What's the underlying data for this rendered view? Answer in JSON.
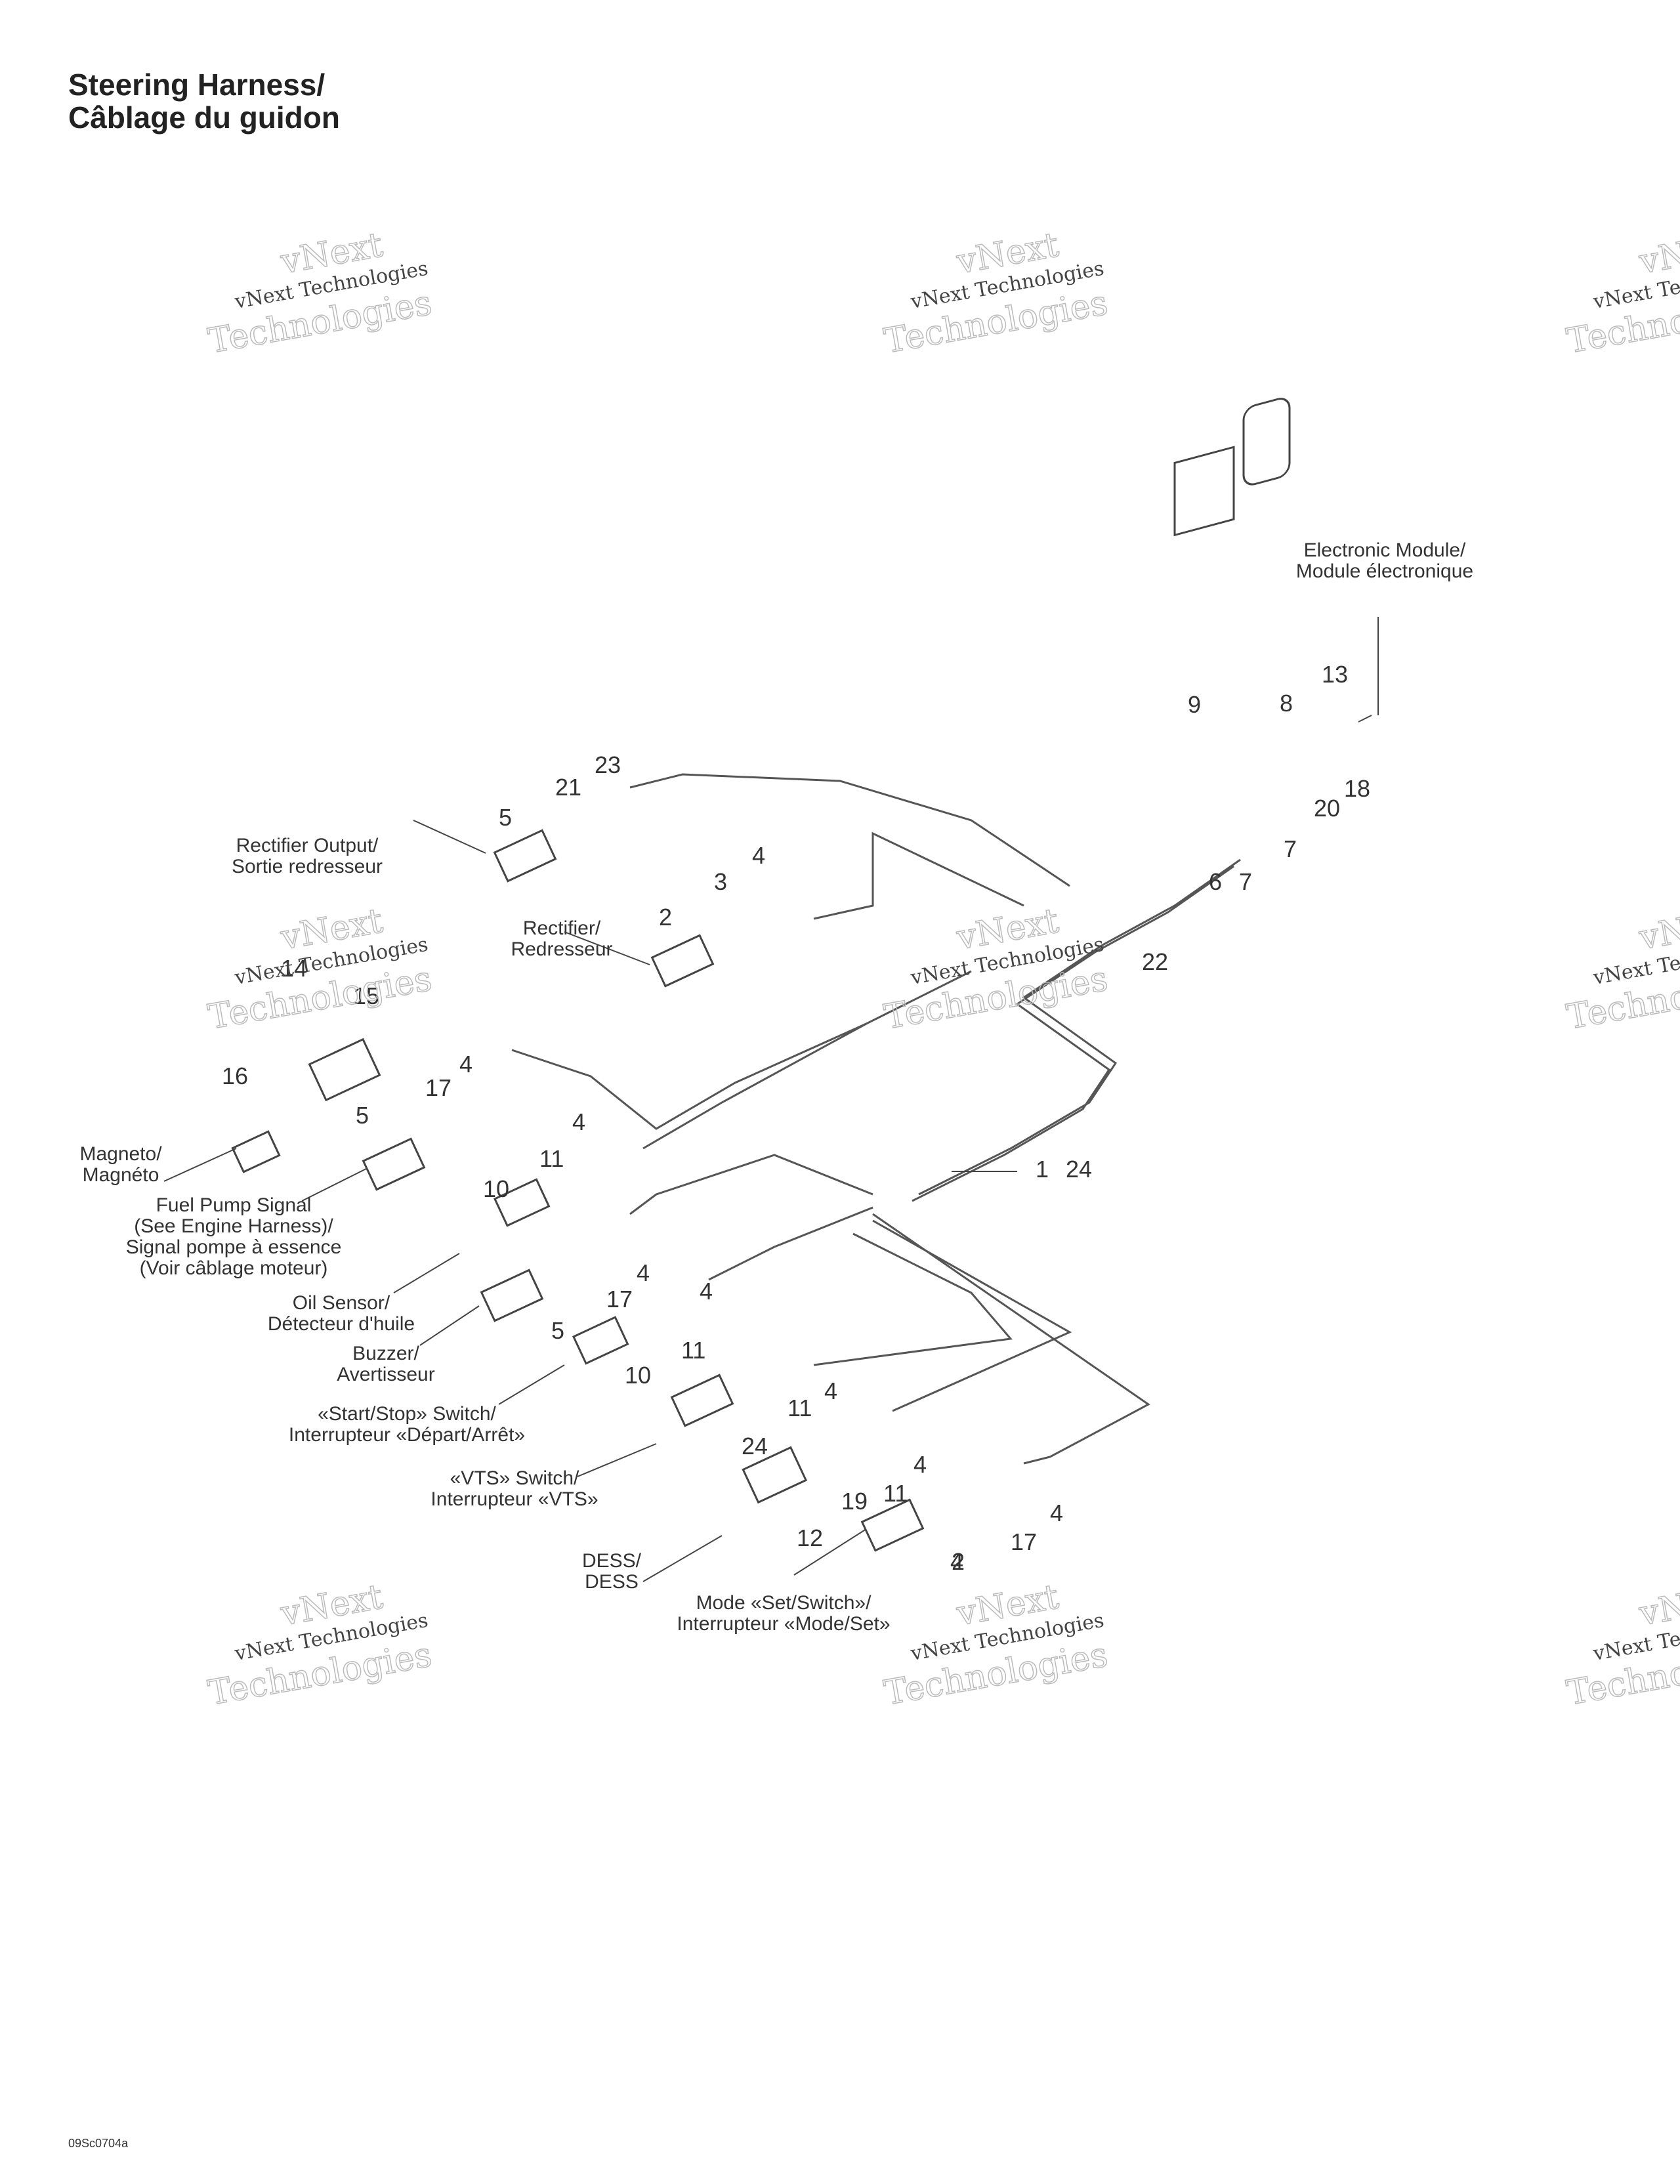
{
  "title": {
    "line1": "Steering Harness/",
    "line2": "Câblage du guidon"
  },
  "watermark": {
    "line_a": "vNext Technologies",
    "line_b": "vNext",
    "line_c": "Technologies"
  },
  "callouts": [
    {
      "id": "electronic_module",
      "lines": [
        "Electronic Module/",
        "Module électronique"
      ]
    },
    {
      "id": "rectifier_output",
      "lines": [
        "Rectifier Output/",
        "Sortie redresseur"
      ]
    },
    {
      "id": "rectifier",
      "lines": [
        "Rectifier/",
        "Redresseur"
      ]
    },
    {
      "id": "magneto",
      "lines": [
        "Magneto/",
        "Magnéto"
      ]
    },
    {
      "id": "fuel_pump",
      "lines": [
        "Fuel Pump Signal",
        "(See Engine Harness)/",
        "Signal pompe à essence",
        "(Voir câblage moteur)"
      ]
    },
    {
      "id": "oil_sensor",
      "lines": [
        "Oil Sensor/",
        "Détecteur d'huile"
      ]
    },
    {
      "id": "buzzer",
      "lines": [
        "Buzzer/",
        "Avertisseur"
      ]
    },
    {
      "id": "start_stop",
      "lines": [
        "«Start/Stop» Switch/",
        "Interrupteur «Départ/Arrêt»"
      ]
    },
    {
      "id": "vts",
      "lines": [
        "«VTS» Switch/",
        "Interrupteur «VTS»"
      ]
    },
    {
      "id": "dess",
      "lines": [
        "DESS/",
        "DESS"
      ]
    },
    {
      "id": "mode_set",
      "lines": [
        "Mode «Set/Switch»/",
        "Interrupteur «Mode/Set»"
      ]
    }
  ],
  "part_numbers": [
    "23",
    "21",
    "5",
    "4",
    "3",
    "2",
    "9",
    "8",
    "13",
    "20",
    "18",
    "6",
    "7",
    "7",
    "22",
    "14",
    "15",
    "16",
    "17",
    "4",
    "5",
    "4",
    "11",
    "10",
    "1",
    "24",
    "4",
    "17",
    "4",
    "5",
    "11",
    "10",
    "4",
    "11",
    "24",
    "4",
    "11",
    "19",
    "4",
    "12",
    "17",
    "4",
    "2"
  ],
  "figure_code": "09Sc0704a",
  "colors": {
    "ink": "#333333",
    "wire": "#555555",
    "background": "#ffffff"
  }
}
